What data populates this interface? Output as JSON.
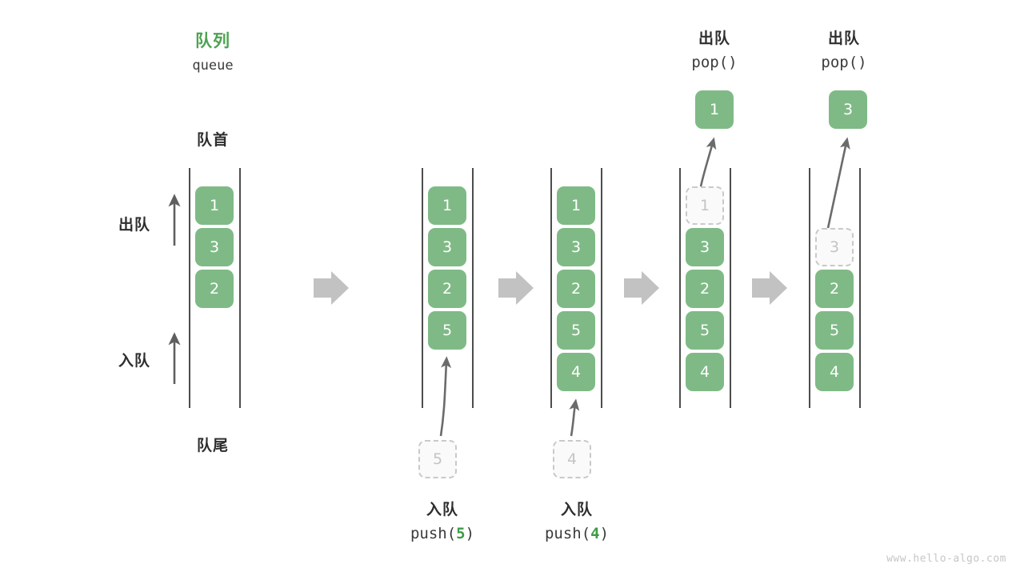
{
  "meta": {
    "watermark": "www.hello-algo.com",
    "accent_green": "#4CA350",
    "cell_green": "#7FBA86",
    "ghost_gray": "#c4c4c4",
    "arrow_gray": "#bfbfbf",
    "text_dark": "#2e2e2e"
  },
  "header": {
    "title_cn": "队列",
    "title_code": "queue"
  },
  "labels": {
    "front": "队首",
    "rear": "队尾",
    "dequeue": "出队",
    "enqueue": "入队"
  },
  "columns": [
    {
      "id": "initial",
      "cells": [
        "1",
        "3",
        "2"
      ],
      "ghost_index": -1,
      "caption_cn": "",
      "caption_code": "",
      "caption_num": ""
    },
    {
      "id": "after-push-5",
      "cells": [
        "1",
        "3",
        "2",
        "5"
      ],
      "ghost_index": -1,
      "caption_cn": "入队",
      "caption_code_prefix": "push(",
      "caption_num": "5",
      "caption_code_suffix": ")",
      "incoming_value": "5"
    },
    {
      "id": "after-push-4",
      "cells": [
        "1",
        "3",
        "2",
        "5",
        "4"
      ],
      "ghost_index": -1,
      "caption_cn": "入队",
      "caption_code_prefix": "push(",
      "caption_num": "4",
      "caption_code_suffix": ")",
      "incoming_value": "4"
    },
    {
      "id": "pop-1",
      "cells": [
        "1",
        "3",
        "2",
        "5",
        "4"
      ],
      "ghost_index": 0,
      "header_cn": "出队",
      "header_code": "pop()",
      "popped_value": "1"
    },
    {
      "id": "pop-3",
      "cells": [
        "3",
        "2",
        "5",
        "4"
      ],
      "ghost_index": 0,
      "header_cn": "出队",
      "header_code": "pop()",
      "popped_value": "3"
    }
  ],
  "flow_arrows": 4
}
